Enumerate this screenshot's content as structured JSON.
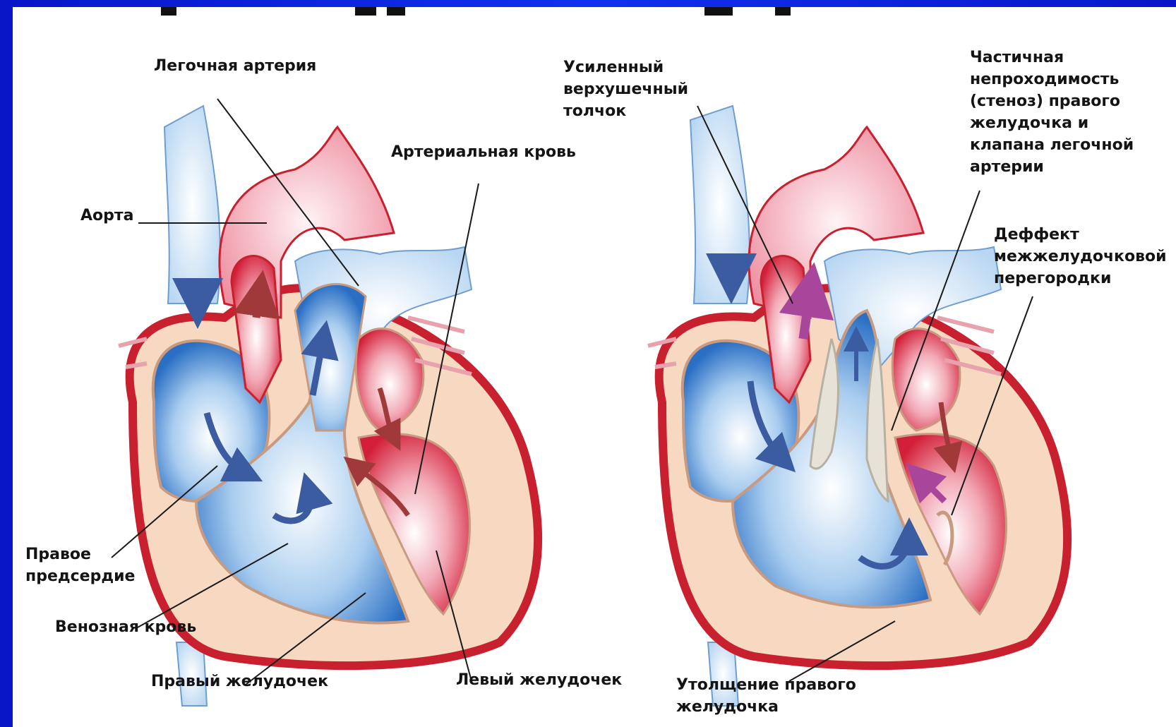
{
  "labels": {
    "pulmonary_artery": "Легочная артерия",
    "arterial_blood": "Артериальная кровь",
    "aorta": "Аорта",
    "right_atrium": "Правое\nпредсердие",
    "venous_blood": "Венозная кровь",
    "right_ventricle": "Правый желудочек",
    "left_ventricle": "Левый желудочек",
    "apical_impulse": "Усиленный\nверхушечный\nтолчок",
    "partial_obstruction": "Частичная\nнепроходимость\n(стеноз) правого\nжелудочка и\nклапана легочной\nартерии",
    "vsd": "Деффект\nмежжелудочковой\nперегородки",
    "rv_thickening": "Утолщение правого\nжелудочка"
  },
  "colors": {
    "background": "#0a18d8",
    "panel": "#ffffff",
    "oxygenated": "#d9263a",
    "deoxygenated": "#2a6fc4",
    "myocardium": "#f6d9c0",
    "venous_arrow": "#3b5ca0",
    "arterial_arrow": "#a03a3a",
    "mixed_arrow": "#a8469c",
    "stenosis": "#e6e2d8"
  }
}
